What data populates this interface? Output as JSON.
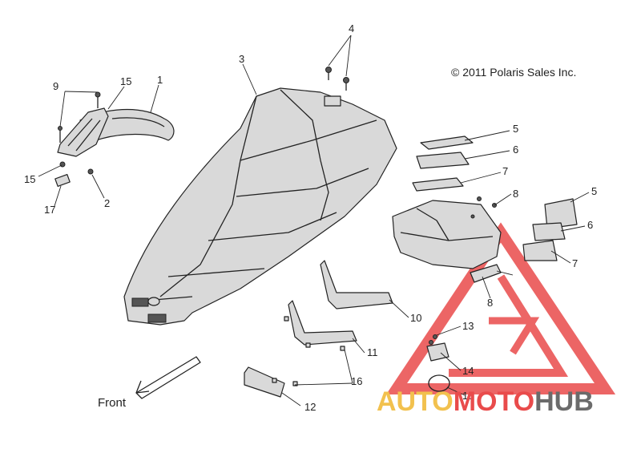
{
  "copyright": "© 2011 Polaris Sales Inc.",
  "direction_label": "Front",
  "callouts": [
    {
      "id": "c1",
      "text": "1"
    },
    {
      "id": "c2",
      "text": "2"
    },
    {
      "id": "c3",
      "text": "3"
    },
    {
      "id": "c4",
      "text": "4"
    },
    {
      "id": "c5a",
      "text": "5"
    },
    {
      "id": "c5b",
      "text": "5"
    },
    {
      "id": "c6a",
      "text": "6"
    },
    {
      "id": "c6b",
      "text": "6"
    },
    {
      "id": "c7a",
      "text": "7"
    },
    {
      "id": "c7b",
      "text": "7"
    },
    {
      "id": "c8a",
      "text": "8"
    },
    {
      "id": "c8b",
      "text": "8"
    },
    {
      "id": "c9",
      "text": "9"
    },
    {
      "id": "c10",
      "text": "10"
    },
    {
      "id": "c11",
      "text": "11"
    },
    {
      "id": "c12",
      "text": "12"
    },
    {
      "id": "c13",
      "text": "13"
    },
    {
      "id": "c14",
      "text": "14"
    },
    {
      "id": "c15a",
      "text": "15"
    },
    {
      "id": "c15b",
      "text": "15"
    },
    {
      "id": "c16",
      "text": "16"
    },
    {
      "id": "c17",
      "text": "17"
    },
    {
      "id": "c18",
      "text": "18"
    }
  ],
  "watermark": {
    "part1": "AUTO",
    "part2": "MOTO",
    "part3": "HUB",
    "color1": "#f2c14e",
    "color2": "#e94b4b",
    "color3": "#6b6b6b",
    "logo_color": "#e94b4b"
  }
}
